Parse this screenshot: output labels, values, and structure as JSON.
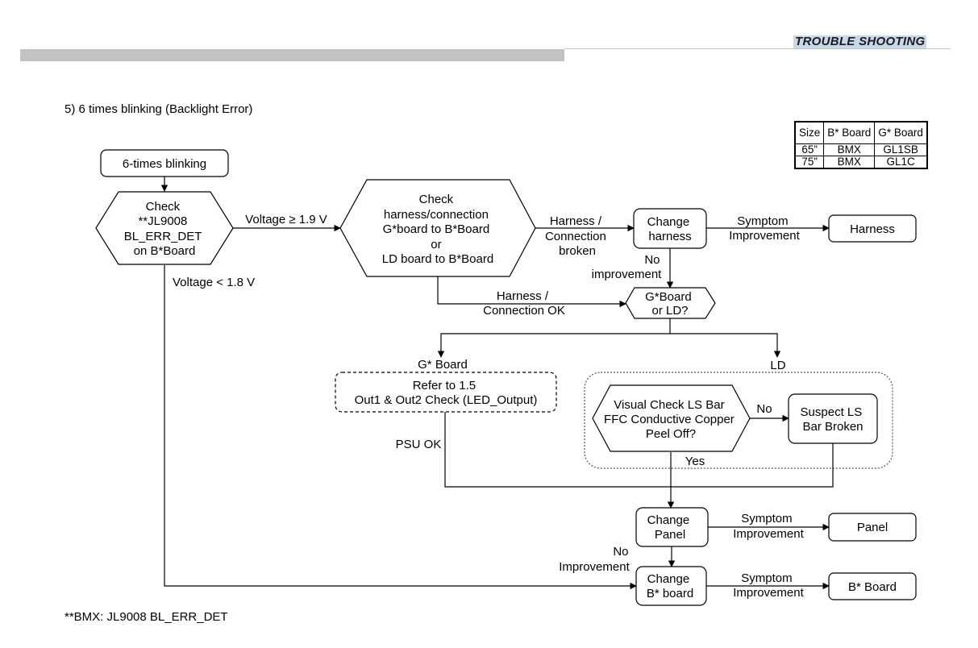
{
  "header": {
    "title": "TROUBLE SHOOTING"
  },
  "section_title": "5) 6 times blinking (Backlight Error)",
  "size_table": {
    "headers": [
      "Size",
      "B* Board",
      "G* Board"
    ],
    "rows": [
      [
        "65”",
        "BMX",
        "GL1SB"
      ],
      [
        "75”",
        "BMX",
        "GL1C"
      ]
    ]
  },
  "nodes": {
    "start": {
      "lines": [
        "6-times blinking"
      ]
    },
    "check_jl": {
      "lines": [
        "Check",
        "**JL9008",
        "BL_ERR_DET",
        "on B*Board"
      ]
    },
    "check_harness": {
      "lines": [
        "Check",
        "harness/connection",
        "G*board to B*Board",
        "or",
        "LD board to B*Board"
      ]
    },
    "change_harness": {
      "lines": [
        "Change",
        "harness"
      ]
    },
    "harness_result": {
      "lines": [
        "Harness"
      ]
    },
    "gboard_or_ld": {
      "lines": [
        "G*Board",
        "or LD?"
      ]
    },
    "refer": {
      "lines": [
        "Refer to 1.5",
        "Out1 & Out2 Check (LED_Output)"
      ]
    },
    "visual_check": {
      "lines": [
        "Visual Check LS Bar",
        "FFC Conductive Copper",
        "Peel Off?"
      ]
    },
    "suspect_ls": {
      "lines": [
        "Suspect LS",
        "Bar Broken"
      ]
    },
    "change_panel": {
      "lines": [
        "Change",
        "Panel"
      ]
    },
    "panel_result": {
      "lines": [
        "Panel"
      ]
    },
    "change_bboard": {
      "lines": [
        "Change",
        "B* board"
      ]
    },
    "bboard_result": {
      "lines": [
        "B* Board"
      ]
    }
  },
  "edge_labels": {
    "voltage_high": [
      "Voltage ≥ 1.9 V"
    ],
    "voltage_low": [
      "Voltage < 1.8 V"
    ],
    "harness_broken": [
      "Harness /",
      "Connection",
      "broken"
    ],
    "harness_ok": [
      "Harness /",
      "Connection OK"
    ],
    "symptom1": [
      "Symptom",
      "Improvement"
    ],
    "no_improvement1": [
      "No",
      "improvement"
    ],
    "gboard": [
      "G* Board"
    ],
    "ld": [
      "LD"
    ],
    "no": [
      "No"
    ],
    "yes": [
      "Yes"
    ],
    "psu_ok": [
      "PSU OK"
    ],
    "symptom2": [
      "Symptom",
      "Improvement"
    ],
    "no_improvement2": [
      "No",
      "Improvement"
    ],
    "symptom3": [
      "Symptom",
      "Improvement"
    ]
  },
  "footnote": "**BMX: JL9008 BL_ERR_DET"
}
